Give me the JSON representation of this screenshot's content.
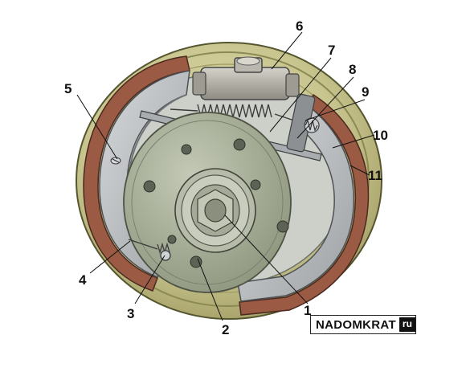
{
  "diagram": {
    "callouts": [
      {
        "id": "1",
        "label": "1"
      },
      {
        "id": "2",
        "label": "2"
      },
      {
        "id": "3",
        "label": "3"
      },
      {
        "id": "4",
        "label": "4"
      },
      {
        "id": "5",
        "label": "5"
      },
      {
        "id": "6",
        "label": "6"
      },
      {
        "id": "7",
        "label": "7"
      },
      {
        "id": "8",
        "label": "8"
      },
      {
        "id": "9",
        "label": "9"
      },
      {
        "id": "10",
        "label": "10"
      },
      {
        "id": "11",
        "label": "11"
      }
    ]
  },
  "watermark": {
    "main": "NADOMKRAT",
    "tld": "ru"
  },
  "colors": {
    "drum": "#c8c590",
    "lining": "#9a5a44",
    "shoe": "#b9bcbe",
    "hub": "#a6ad98",
    "cylinder": "#b3b0a8"
  }
}
